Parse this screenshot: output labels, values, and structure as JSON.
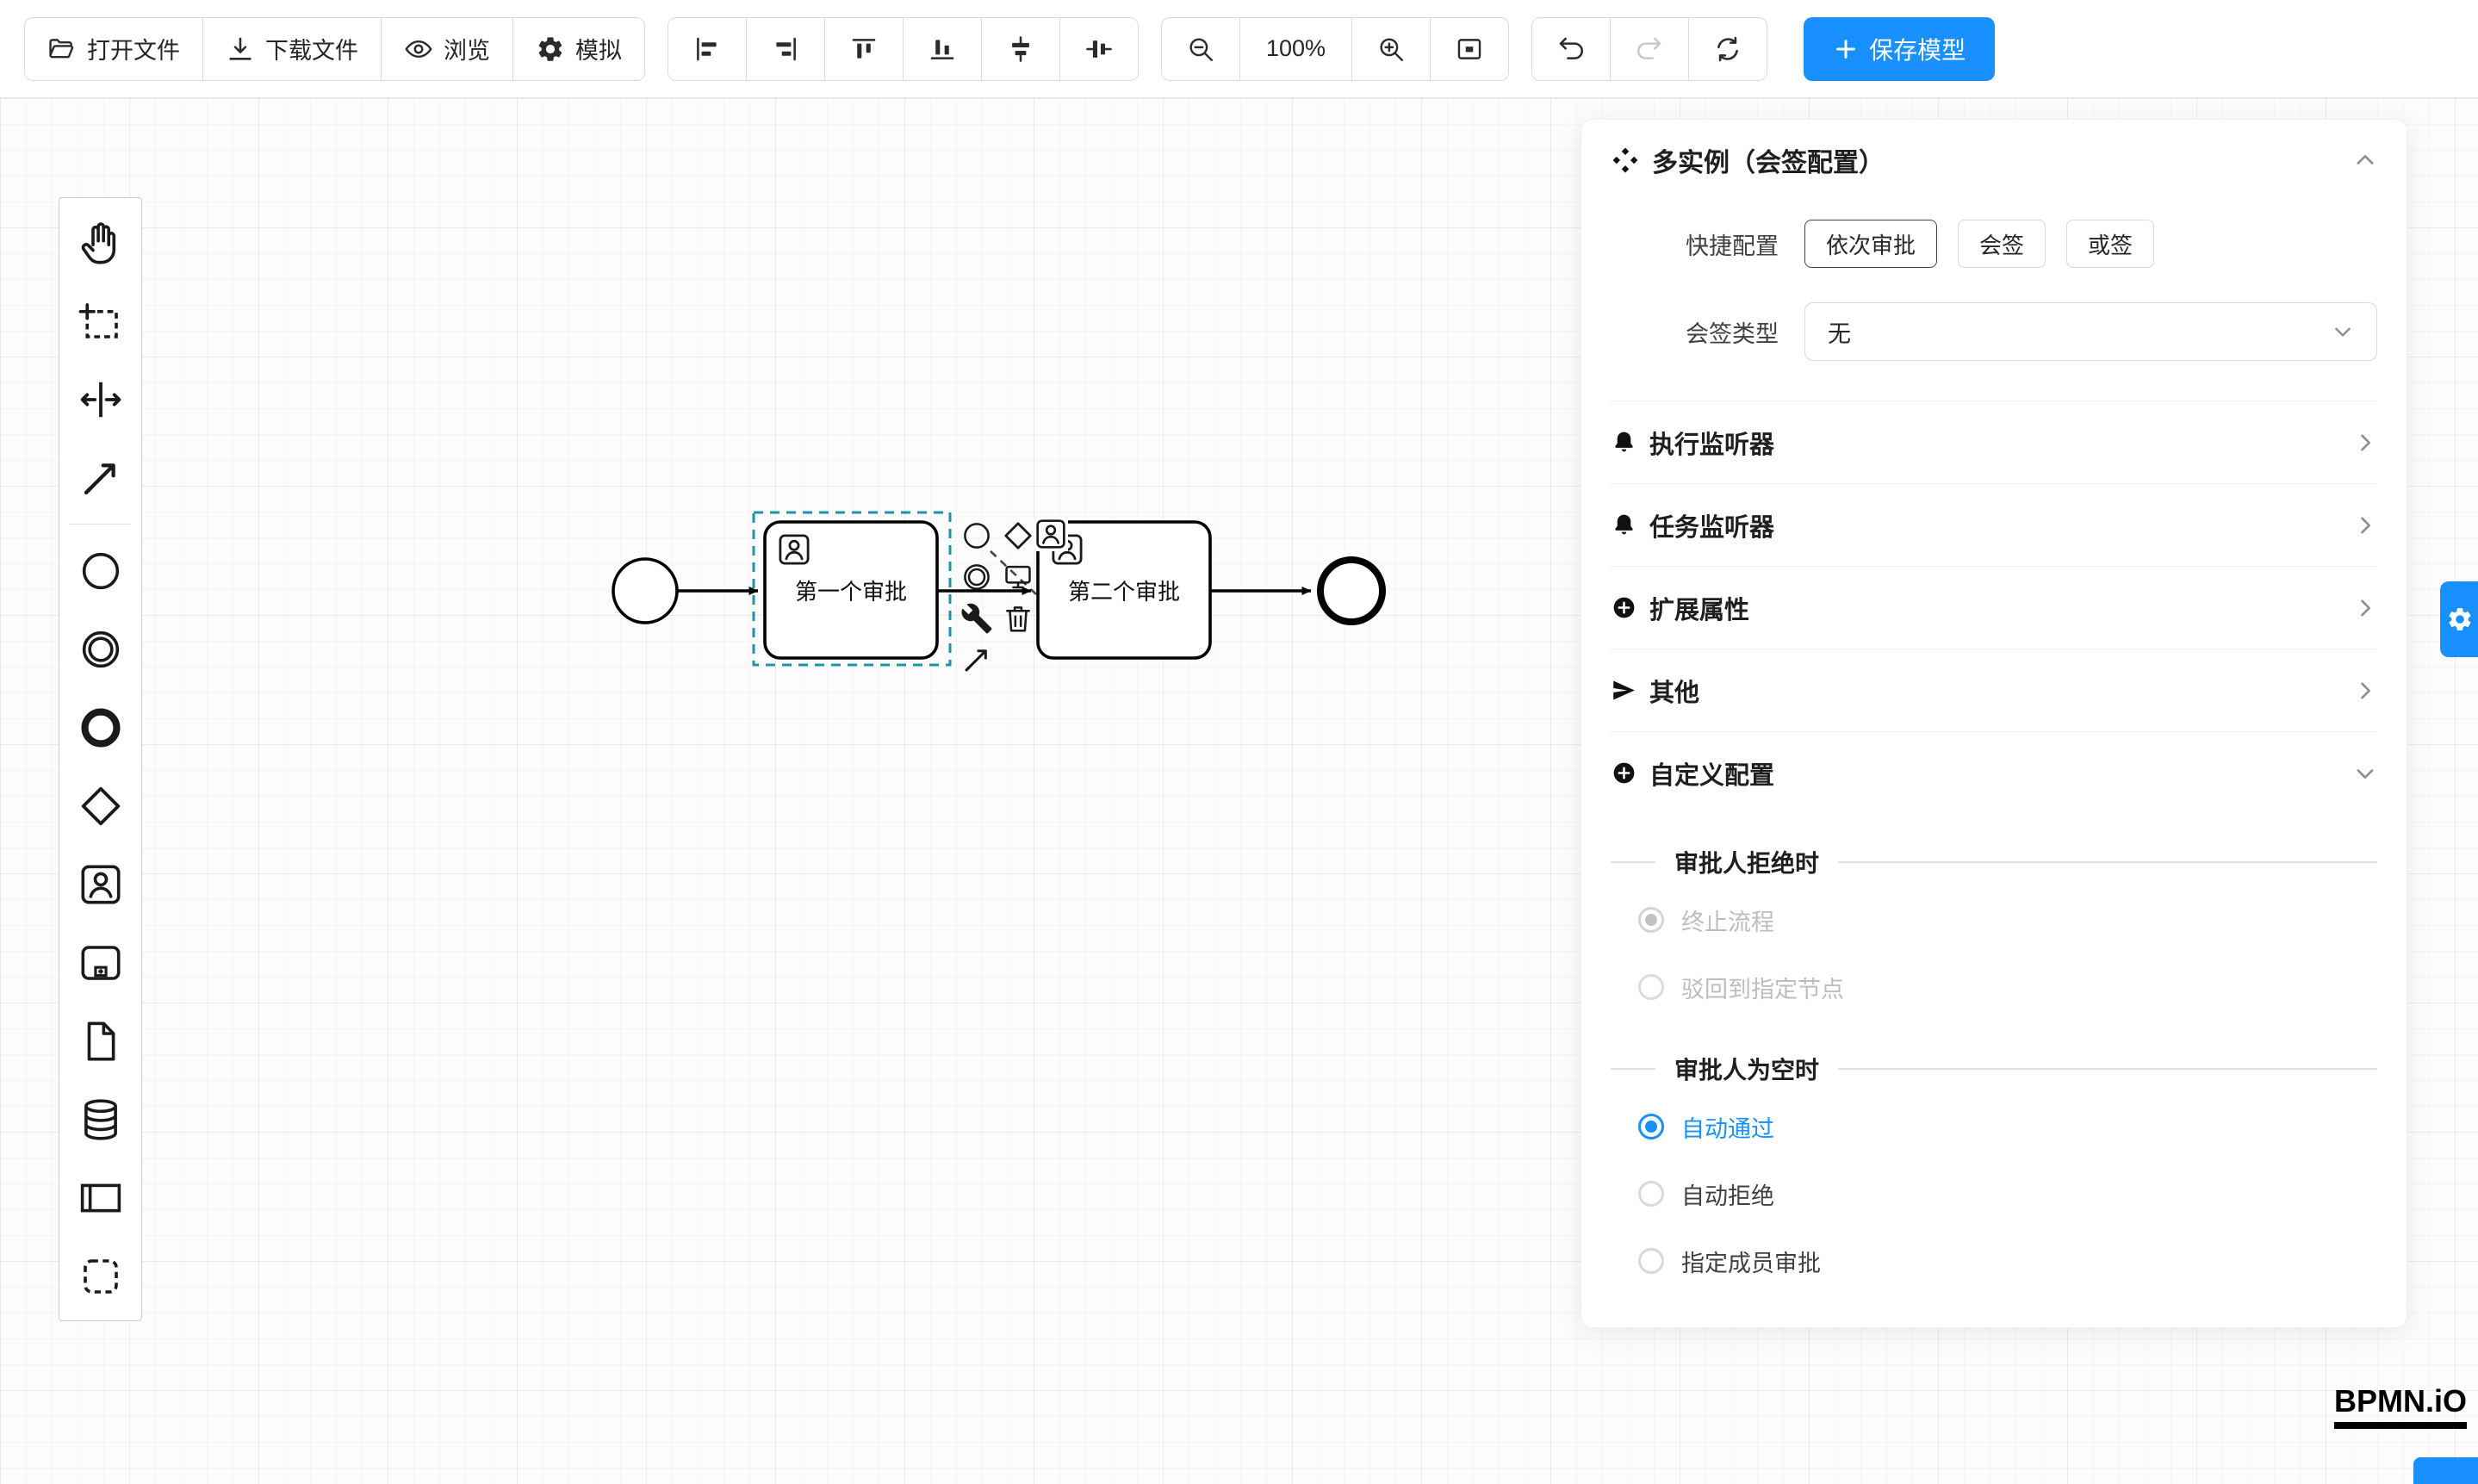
{
  "colors": {
    "accent": "#1890ff",
    "selection_outline": "#1b95af",
    "toolbar_border": "#d9d9d9",
    "disabled_text": "#bfbfbf",
    "canvas_bg": "#fcfcfc"
  },
  "toolbar": {
    "open_file": "打开文件",
    "download_file": "下载文件",
    "preview": "浏览",
    "simulate": "模拟",
    "zoom_level": "100%",
    "save_model": "保存模型",
    "align_tools": [
      "align-left",
      "align-right",
      "align-top",
      "align-bottom",
      "distribute-horizontal",
      "distribute-vertical"
    ],
    "history_tools": [
      "undo",
      "redo",
      "reset"
    ]
  },
  "palette": {
    "tools": [
      "hand-tool",
      "lasso-tool",
      "space-tool",
      "global-connect-tool"
    ],
    "elements": [
      "start-event",
      "intermediate-event",
      "end-event",
      "gateway",
      "user-task",
      "subprocess",
      "data-object",
      "data-store",
      "participant",
      "group"
    ]
  },
  "diagram": {
    "task1_label": "第一个审批",
    "task2_label": "第二个审批"
  },
  "context_pad": [
    "append-end-event",
    "append-gateway",
    "append-intermediate-event",
    "append-task",
    "change-type",
    "delete",
    "connect",
    "append-user-task"
  ],
  "panel": {
    "title": "多实例（会签配置）",
    "quick_config_label": "快捷配置",
    "quick_options": [
      {
        "label": "依次审批",
        "active": true
      },
      {
        "label": "会签",
        "active": false
      },
      {
        "label": "或签",
        "active": false
      }
    ],
    "sign_type_label": "会签类型",
    "sign_type_value": "无",
    "sections": [
      {
        "label": "执行监听器",
        "icon": "bell-icon"
      },
      {
        "label": "任务监听器",
        "icon": "bell-icon"
      },
      {
        "label": "扩展属性",
        "icon": "plus-circle-icon"
      },
      {
        "label": "其他",
        "icon": "send-icon"
      },
      {
        "label": "自定义配置",
        "icon": "plus-circle-icon",
        "expanded": true
      }
    ],
    "reject_section_title": "审批人拒绝时",
    "reject_options": [
      {
        "label": "终止流程",
        "selected": true,
        "disabled": true
      },
      {
        "label": "驳回到指定节点",
        "selected": false,
        "disabled": true
      }
    ],
    "empty_section_title": "审批人为空时",
    "empty_options": [
      {
        "label": "自动通过",
        "selected": true
      },
      {
        "label": "自动拒绝",
        "selected": false
      },
      {
        "label": "指定成员审批",
        "selected": false
      }
    ]
  },
  "footer": {
    "logo": "BPMN.iO"
  }
}
